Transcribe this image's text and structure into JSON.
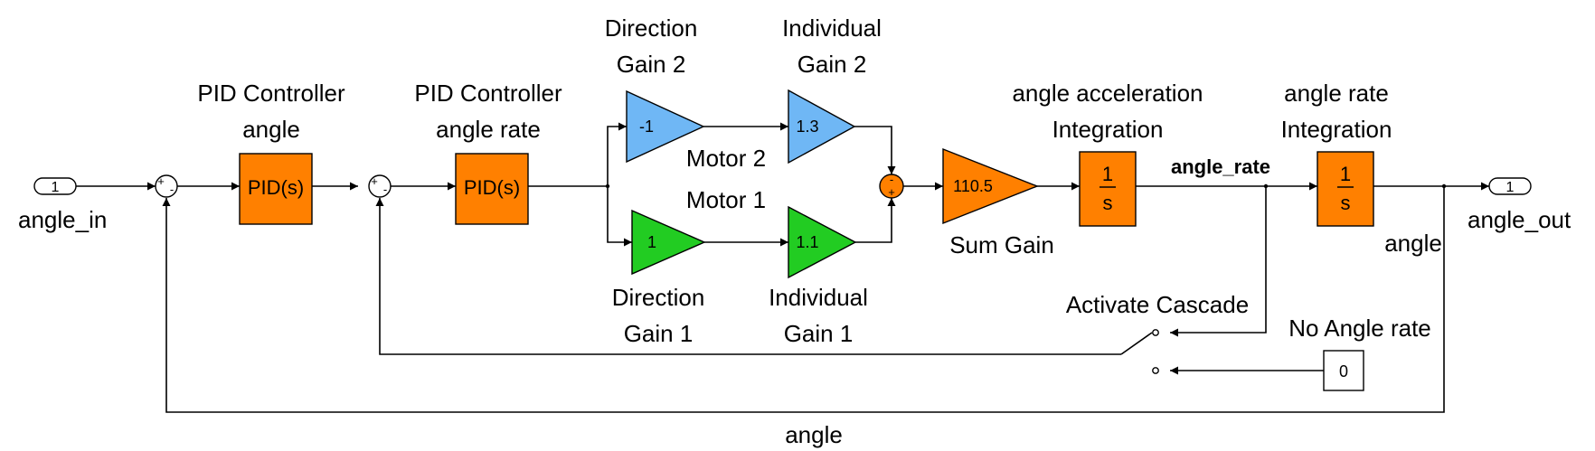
{
  "colors": {
    "pid": "#ff8000",
    "sum": "#ff8000",
    "gain_blue": "#6fb7f5",
    "gain_green": "#22cc22",
    "gain_orange": "#ff8000",
    "integrator": "#ff8000",
    "constant": "#ffffff",
    "wire": "#000000"
  },
  "ports": {
    "in": {
      "number": "1",
      "label": "angle_in"
    },
    "out": {
      "number": "1",
      "label": "angle_out"
    }
  },
  "sum1": {
    "signs": [
      "+",
      "-"
    ]
  },
  "sum2": {
    "signs": [
      "+",
      "-"
    ]
  },
  "sum3": {
    "signs": [
      "-",
      "+"
    ]
  },
  "pid_angle": {
    "text": "PID(s)",
    "label_line1": "PID Controller",
    "label_line2": "angle"
  },
  "pid_rate": {
    "text": "PID(s)",
    "label_line1": "PID Controller",
    "label_line2": "angle rate"
  },
  "dir_gain2": {
    "value": "-1",
    "label_line1": "Direction",
    "label_line2": "Gain 2"
  },
  "ind_gain2": {
    "value": "1.3",
    "label_line1": "Individual",
    "label_line2": "Gain 2"
  },
  "dir_gain1": {
    "value": "1",
    "label_line1": "Direction",
    "label_line2": "Gain 1"
  },
  "ind_gain1": {
    "value": "1.1",
    "label_line1": "Individual",
    "label_line2": "Gain 1"
  },
  "motor2_label": "Motor 2",
  "motor1_label": "Motor 1",
  "sum_gain": {
    "value": "110.5",
    "label": "Sum Gain"
  },
  "integ_accel": {
    "num": "1",
    "den": "s",
    "label_line1": "angle acceleration",
    "label_line2": "Integration"
  },
  "integ_rate": {
    "num": "1",
    "den": "s",
    "label_line1": "angle rate",
    "label_line2": "Integration"
  },
  "signal_angle_rate": "angle_rate",
  "signal_angle_out": "angle",
  "signal_angle_feedback": "angle",
  "switch_label": "Activate Cascade",
  "const_block": {
    "value": "0",
    "label": "No Angle rate"
  }
}
